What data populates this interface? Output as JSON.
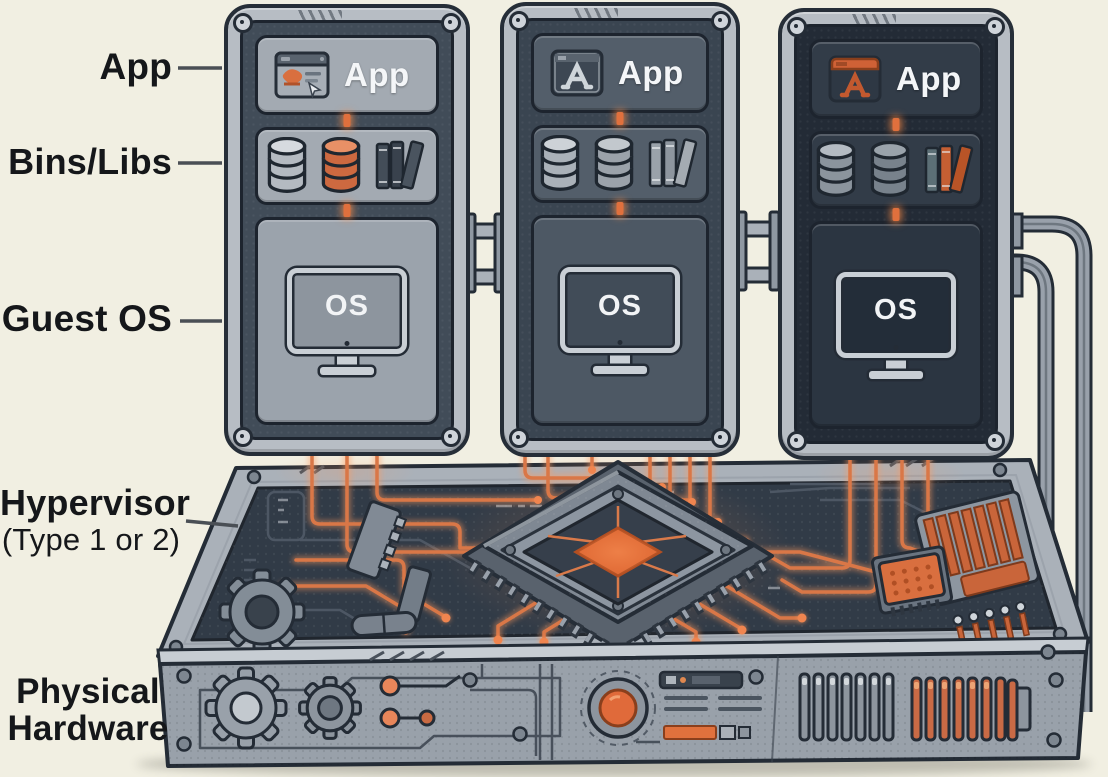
{
  "side_labels": [
    {
      "id": "app",
      "text": "App"
    },
    {
      "id": "bins-libs",
      "text": "Bins/Libs"
    },
    {
      "id": "guest-os",
      "text": "Guest OS"
    },
    {
      "id": "hypervisor",
      "text": "Hypervisor",
      "subtext": "(Type 1 or 2)"
    },
    {
      "id": "physical-hardware",
      "text": "Physical",
      "text2": "Hardware"
    }
  ],
  "vms": [
    {
      "name": "vm-1",
      "app_label": "App",
      "os_label": "OS",
      "icons": [
        "browser-window-icon",
        "database-icon",
        "database-icon",
        "books-icon",
        "monitor-icon"
      ]
    },
    {
      "name": "vm-2",
      "app_label": "App",
      "os_label": "OS",
      "icons": [
        "app-store-a-icon",
        "database-icon",
        "database-icon",
        "books-icon",
        "monitor-icon"
      ]
    },
    {
      "name": "vm-3",
      "app_label": "App",
      "os_label": "OS",
      "icons": [
        "orange-a-app-icon",
        "database-icon",
        "database-icon",
        "books-icon",
        "monitor-icon"
      ]
    }
  ],
  "board": {
    "icons": [
      "cpu-chip-icon",
      "gear-icon",
      "dip-chip-icon",
      "heatsink-icon",
      "pin-header-icon",
      "circuit-trace",
      "pipe-connector"
    ],
    "front_icons": [
      "gear-icon",
      "gear-icon",
      "power-button-icon",
      "vent-grille-icon",
      "vent-grille-icon",
      "status-display-icon",
      "progress-bar-icon"
    ]
  },
  "colors": {
    "background": "#f1efe2",
    "accent_orange": "#e0703d",
    "glow_orange": "#ff9a5e",
    "metal_light": "#b7bdc4",
    "board_dark": "#313b47",
    "ink": "#15171a"
  }
}
